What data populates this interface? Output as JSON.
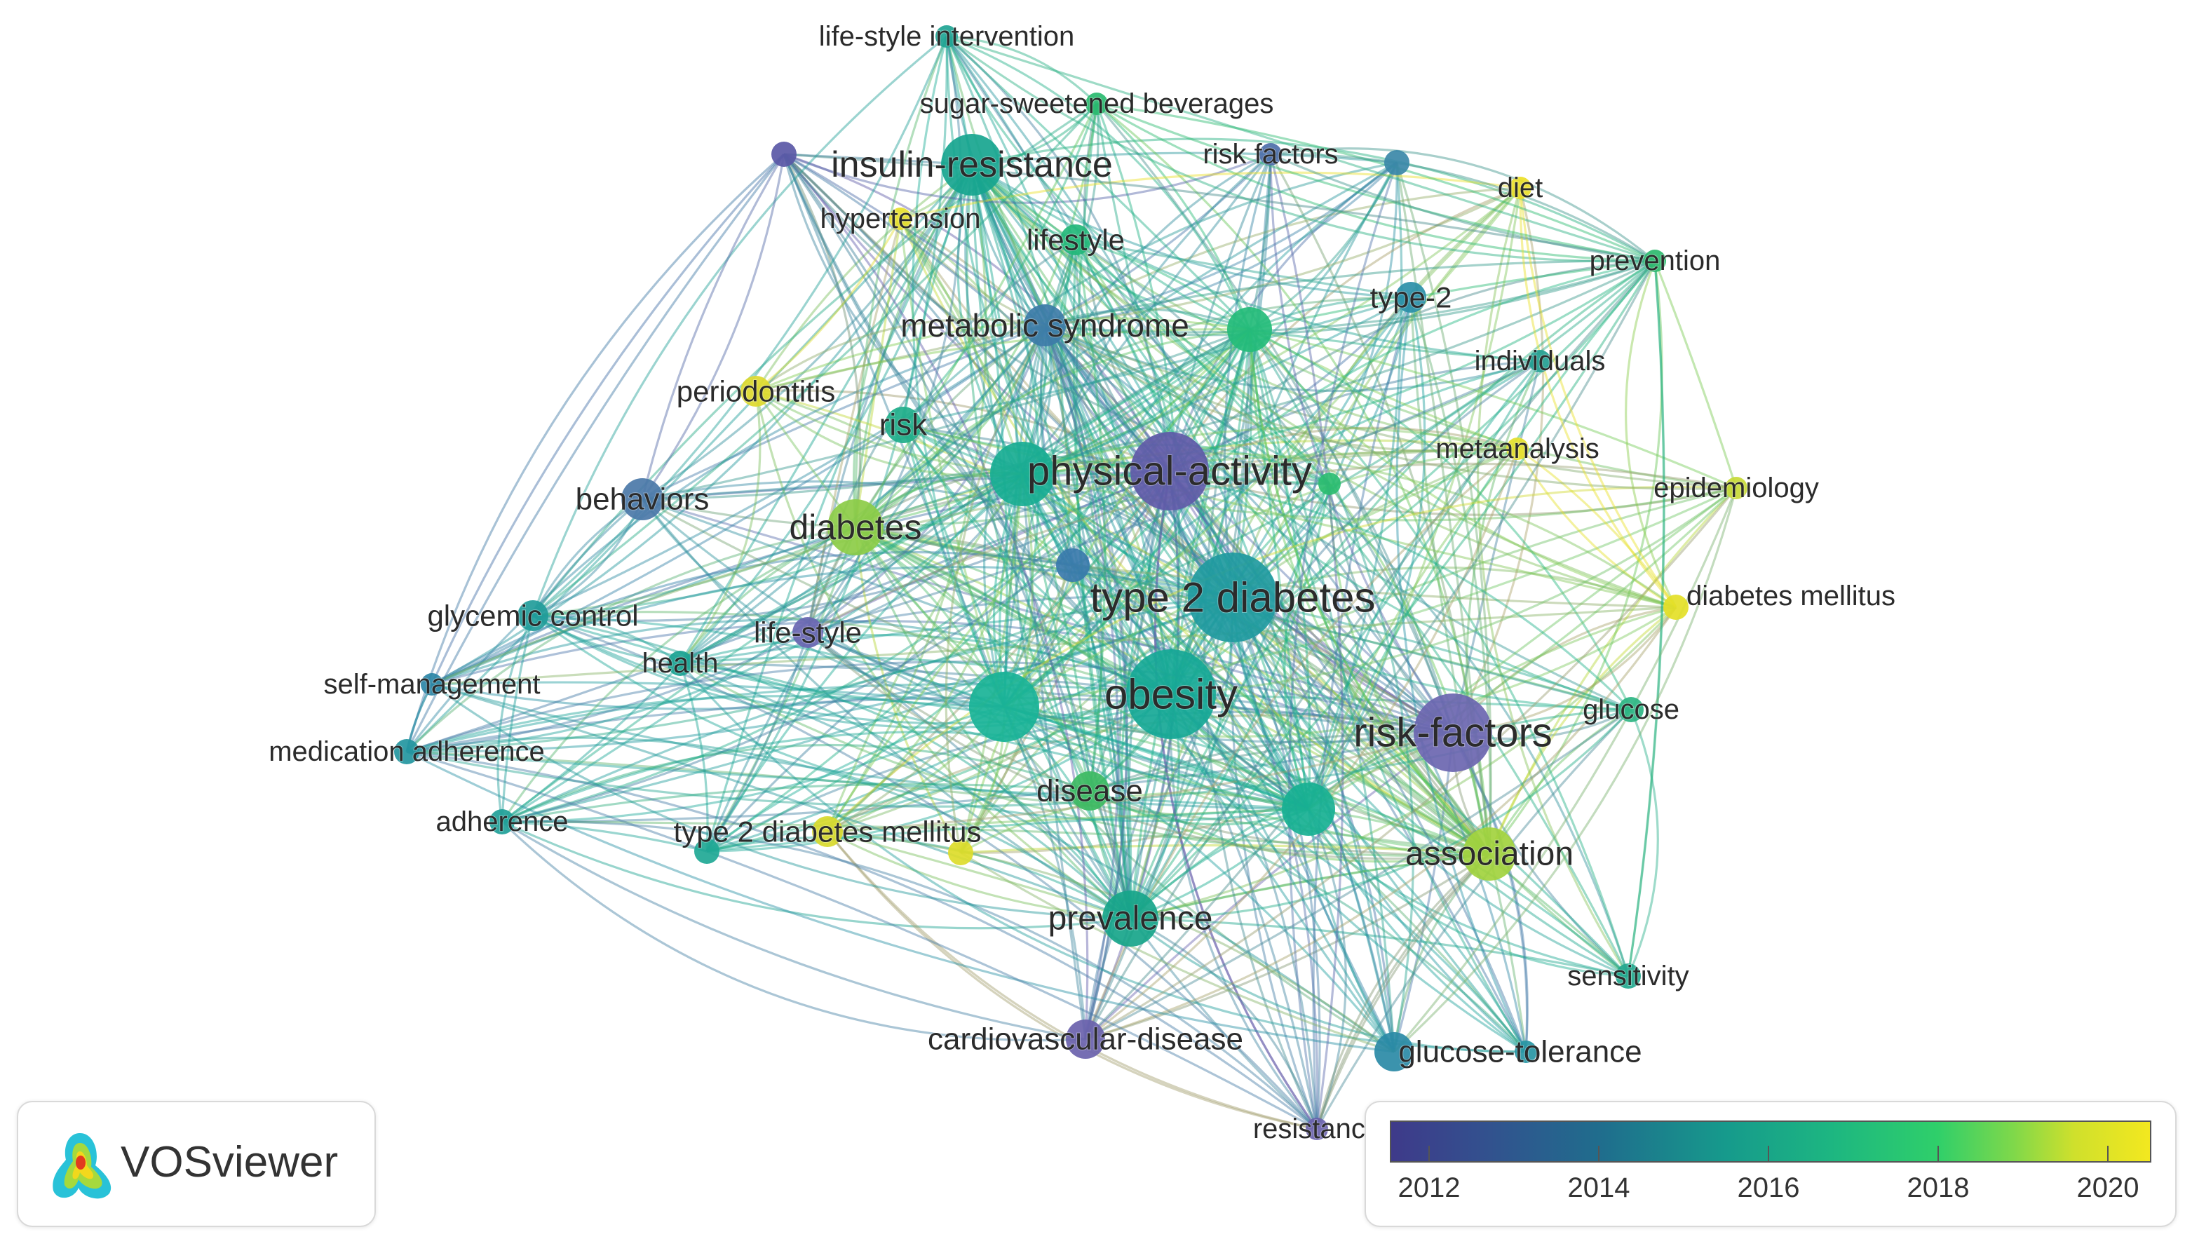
{
  "nodes": [
    {
      "id": "type2diabetes",
      "label": "type 2 diabetes",
      "size": "xl",
      "color": "#1f9aa0"
    },
    {
      "id": "obesity",
      "label": "obesity",
      "size": "xl",
      "color": "#16a896"
    },
    {
      "id": "physicalactivity",
      "label": "physical-activity",
      "size": "lg",
      "color": "#5f5aa8"
    },
    {
      "id": "riskfactors",
      "label": "risk-factors",
      "size": "lg",
      "color": "#6b66b0"
    },
    {
      "id": "insulinresistance",
      "label": "insulin-resistance",
      "size": "md",
      "color": "#17a58f"
    },
    {
      "id": "diabetes",
      "label": "diabetes",
      "size": "md",
      "color": "#8ccc46"
    },
    {
      "id": "association",
      "label": "association",
      "size": "md",
      "color": "#a2d23e"
    },
    {
      "id": "prevalence",
      "label": "prevalence",
      "size": "md",
      "color": "#17a58a"
    },
    {
      "id": "metabolicsyndrome",
      "label": "metabolic syndrome",
      "size": "sm",
      "color": "#3d7ca8"
    },
    {
      "id": "cardiovasculardisease",
      "label": "cardiovascular-disease",
      "size": "sm",
      "color": "#6a62ad"
    },
    {
      "id": "glucosetolerance",
      "label": "glucose-tolerance",
      "size": "sm",
      "color": "#2a8aa6"
    },
    {
      "id": "behaviors",
      "label": "behaviors",
      "size": "sm",
      "color": "#4b78a8"
    },
    {
      "id": "risk",
      "label": "risk",
      "size": "sm",
      "color": "#1fae8a"
    },
    {
      "id": "disease",
      "label": "disease",
      "size": "sm",
      "color": "#3cba62"
    },
    {
      "id": "lifestyle",
      "label": "lifestyle",
      "size": "xs",
      "color": "#23b77a"
    },
    {
      "id": "lifestyle2",
      "label": "life-style",
      "size": "xs",
      "color": "#6a66b2"
    },
    {
      "id": "type2",
      "label": "type-2",
      "size": "xs",
      "color": "#2a8fa8"
    },
    {
      "id": "individuals",
      "label": "individuals",
      "size": "xs",
      "color": "#23a093"
    },
    {
      "id": "metaanalysis",
      "label": "metaanalysis",
      "size": "xs",
      "color": "#e5df2a"
    },
    {
      "id": "epidemiology",
      "label": "epidemiology",
      "size": "xs",
      "color": "#c7da36"
    },
    {
      "id": "diabetesmellitus",
      "label": "diabetes mellitus",
      "size": "xs",
      "color": "#e4df27"
    },
    {
      "id": "glucose",
      "label": "glucose",
      "size": "xs",
      "color": "#2cb583"
    },
    {
      "id": "sensitivity",
      "label": "sensitivity",
      "size": "xs",
      "color": "#22a88e"
    },
    {
      "id": "resistance",
      "label": "resistance",
      "size": "xs",
      "color": "#6a62ad"
    },
    {
      "id": "periodontitis",
      "label": "periodontitis",
      "size": "xs",
      "color": "#ddd92c"
    },
    {
      "id": "hypertension",
      "label": "hypertension",
      "size": "xs",
      "color": "#e7e02b"
    },
    {
      "id": "riskfactors2",
      "label": "risk factors",
      "size": "xs",
      "color": "#4d6fa9"
    },
    {
      "id": "diet",
      "label": "diet",
      "size": "xs",
      "color": "#ece027"
    },
    {
      "id": "prevention",
      "label": "prevention",
      "size": "xs",
      "color": "#2dba6e"
    },
    {
      "id": "sugarsweetenedbeverages",
      "label": "sugar-sweetened beverages",
      "size": "xs",
      "color": "#29ba6f"
    },
    {
      "id": "lifestyleintervention",
      "label": "life-style intervention",
      "size": "xs",
      "color": "#20a494"
    },
    {
      "id": "glycemiccontrol",
      "label": "glycemic control",
      "size": "xs",
      "color": "#219c9a"
    },
    {
      "id": "selfmanagement",
      "label": "self-management",
      "size": "xs",
      "color": "#2b86a6"
    },
    {
      "id": "medicationadherence",
      "label": "medication adherence",
      "size": "xs",
      "color": "#2396a0"
    },
    {
      "id": "adherence",
      "label": "adherence",
      "size": "xs",
      "color": "#1f9f98"
    },
    {
      "id": "health",
      "label": "health",
      "size": "xs",
      "color": "#1ba392"
    },
    {
      "id": "type2diabetesmellitus",
      "label": "type 2 diabetes mellitus",
      "size": "xs",
      "color": "#d8d92c"
    },
    {
      "id": "unlabeledA",
      "label": "",
      "size": "md",
      "color": "#19b397"
    },
    {
      "id": "unlabeledB",
      "label": "",
      "size": "sm",
      "color": "#18ad93"
    },
    {
      "id": "unlabeledC",
      "label": "",
      "size": "sm",
      "color": "#24bc7a"
    },
    {
      "id": "unlabeledD",
      "label": "",
      "size": "xs",
      "color": "#5a58a6"
    },
    {
      "id": "unlabeledE",
      "label": "",
      "size": "xs",
      "color": "#3b88a8"
    },
    {
      "id": "unlabeledF",
      "label": "",
      "size": "xs",
      "color": "#2bbd70"
    },
    {
      "id": "unlabeledG",
      "label": "",
      "size": "xs",
      "color": "#3a7aab"
    },
    {
      "id": "unlabeledH",
      "label": "",
      "size": "xs",
      "color": "#1fa895"
    },
    {
      "id": "unlabeledI",
      "label": "",
      "size": "xs",
      "color": "#dddc2a"
    }
  ],
  "legend": {
    "ticks": [
      "2012",
      "2014",
      "2016",
      "2018",
      "2020"
    ],
    "colors": [
      "#3e3a8a",
      "#1f6e8d",
      "#169a8c",
      "#2fcf6a",
      "#f3e81f"
    ]
  },
  "logo": {
    "text": "VOSviewer"
  }
}
